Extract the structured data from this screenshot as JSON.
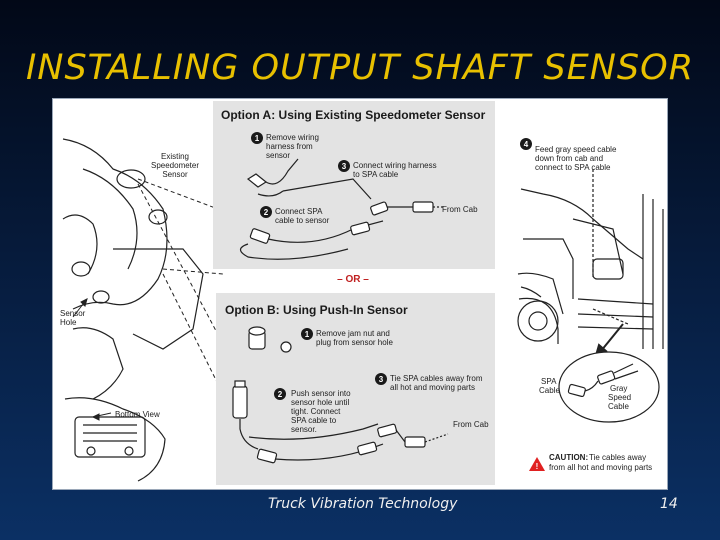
{
  "slide": {
    "title": "INSTALLING OUTPUT SHAFT SENSOR",
    "footer_text": "Truck Vibration Technology",
    "page_number": "14"
  },
  "colors": {
    "title": "#e8c000",
    "background": "#061a3a",
    "panel_gray": "#e3e3e3",
    "caution_red": "#e02020"
  },
  "diagram": {
    "option_a": {
      "heading": "Option A: Using Existing Speedometer Sensor",
      "step1_num": "1",
      "step1_text": [
        "Remove wiring",
        "harness from",
        "sensor"
      ],
      "step2_num": "2",
      "step2_text": [
        "Connect SPA",
        "cable to sensor"
      ],
      "step3_num": "3",
      "step3_text": [
        "Connect wiring harness",
        "to SPA cable"
      ],
      "from_cab": "From Cab"
    },
    "or_label": "– OR –",
    "option_b": {
      "heading": "Option B: Using Push-In Sensor",
      "step1_num": "1",
      "step1_text": [
        "Remove jam nut and",
        "plug from sensor hole"
      ],
      "step2_num": "2",
      "step2_text": [
        "Push sensor into",
        "sensor hole until",
        "tight. Connect",
        "SPA cable to",
        "sensor."
      ],
      "step3_num": "3",
      "step3_text": [
        "Tie SPA cables away from",
        "all hot and moving parts"
      ],
      "from_cab": "From Cab"
    },
    "step4": {
      "num": "4",
      "text": [
        "Feed gray speed cable",
        "down from cab and",
        "connect to SPA cable"
      ]
    },
    "left_labels": {
      "existing_sensor": [
        "Existing",
        "Speedometer",
        "Sensor"
      ],
      "sensor_hole": [
        "Sensor",
        "Hole"
      ],
      "bottom_view": "Bottom View"
    },
    "detail_labels": {
      "spa_cable": [
        "SPA",
        "Cable"
      ],
      "gray_speed_cable": [
        "Gray",
        "Speed",
        "Cable"
      ]
    },
    "caution": {
      "label": "CAUTION:",
      "text": [
        "Tie cables away",
        "from all hot and moving parts"
      ]
    }
  }
}
